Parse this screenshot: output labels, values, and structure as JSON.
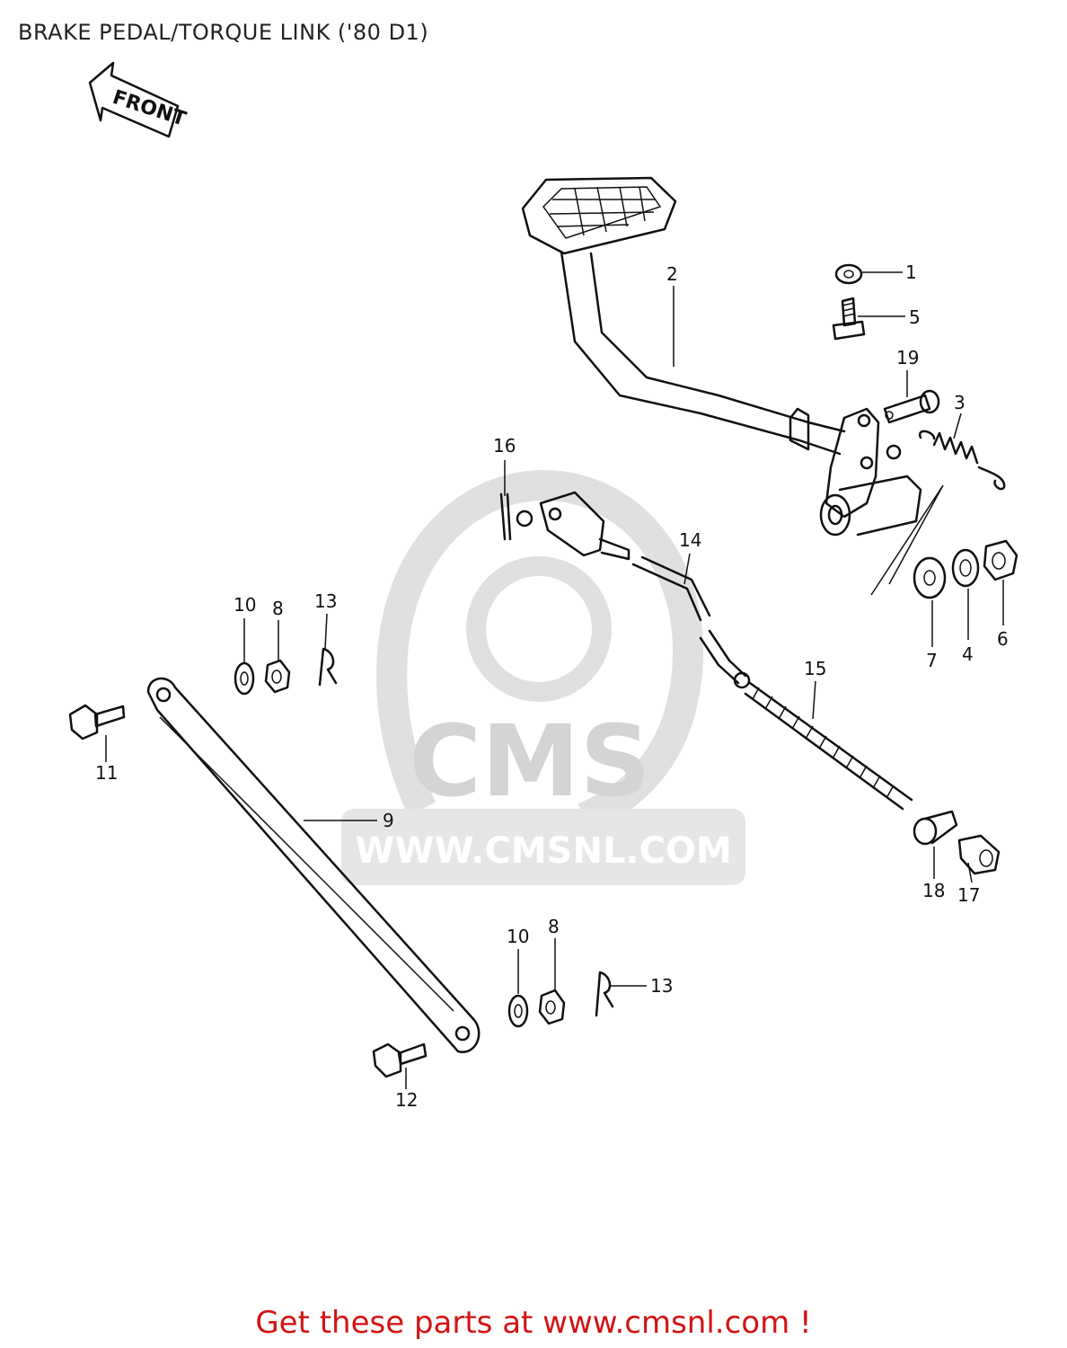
{
  "title": "BRAKE PEDAL/TORQUE LINK ('80 D1)",
  "front_label": "FRONT",
  "watermark": {
    "brand": "CMS",
    "url": "WWW.CMSNL.COM"
  },
  "footer_text": "Get these parts at www.cmsnl.com !",
  "callouts": {
    "n1": "1",
    "n2": "2",
    "n3": "3",
    "n4": "4",
    "n5": "5",
    "n6": "6",
    "n7": "7",
    "n8a": "8",
    "n8b": "8",
    "n9": "9",
    "n10a": "10",
    "n10b": "10",
    "n11": "11",
    "n12": "12",
    "n13a": "13",
    "n13b": "13",
    "n14": "14",
    "n15": "15",
    "n16": "16",
    "n17": "17",
    "n18": "18",
    "n19": "19"
  },
  "colors": {
    "line": "#111111",
    "footer": "#d21414",
    "watermark": "#d0d0d0"
  }
}
